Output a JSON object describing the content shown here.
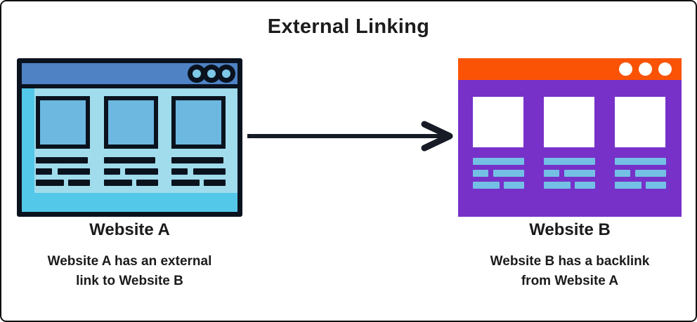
{
  "title": "External Linking",
  "colors": {
    "outline_dark": "#0A121E",
    "site_a_titlebar": "#4E82C4",
    "site_a_frame_fill": "#54C8E8",
    "site_a_panel": "#A0DCEC",
    "site_a_box": "#6CB8E0",
    "site_a_ring_dot": "#7EC8E8",
    "site_b_titlebar": "#FA5306",
    "site_b_body": "#7731C9",
    "site_b_text_bar": "#74C0E4",
    "arrow": "#161B26"
  },
  "website_a": {
    "label": "Website A",
    "caption_line1": "Website A has an external",
    "caption_line2": "link to Website B"
  },
  "website_b": {
    "label": "Website B",
    "caption_line1": "Website B has a backlink",
    "caption_line2": "from Website A"
  }
}
